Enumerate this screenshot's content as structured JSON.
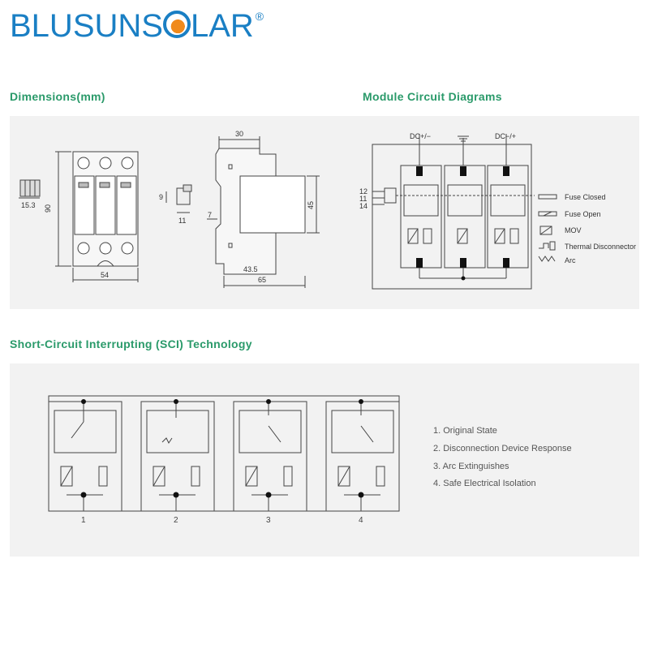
{
  "brand": {
    "logo_text_left": "BLUSUNS",
    "logo_text_right": "LAR",
    "registered": "®",
    "logo_color": "#1a7fc4"
  },
  "sections": {
    "dimensions_title": "Dimensions(mm)",
    "circuit_title": "Module Circuit Diagrams",
    "sci_title": "Short-Circuit Interrupting (SCI) Technology"
  },
  "dimensions": {
    "d_15_3": "15.3",
    "d_90": "90",
    "d_54": "54",
    "d_9": "9",
    "d_11": "11",
    "d_30": "30",
    "d_7": "7",
    "d_45": "45",
    "d_43_5": "43.5",
    "d_65": "65"
  },
  "circuit": {
    "dc_left": "DC+/−",
    "dc_right": "DC−/+",
    "pin_12": "12",
    "pin_11": "11",
    "pin_14": "14",
    "legend": [
      "Fuse Closed",
      "Fuse Open",
      "MOV",
      "Thermal Disconnector",
      "Arc"
    ]
  },
  "sci": {
    "stage_numbers": [
      "1",
      "2",
      "3",
      "4"
    ],
    "states": [
      "1. Original State",
      "2. Disconnection Device Response",
      "3. Arc Extinguishes",
      "4. Safe Electrical Isolation"
    ]
  },
  "colors": {
    "section_title": "#2a9a6a",
    "panel_bg": "#f2f2f2",
    "line": "#333333"
  }
}
